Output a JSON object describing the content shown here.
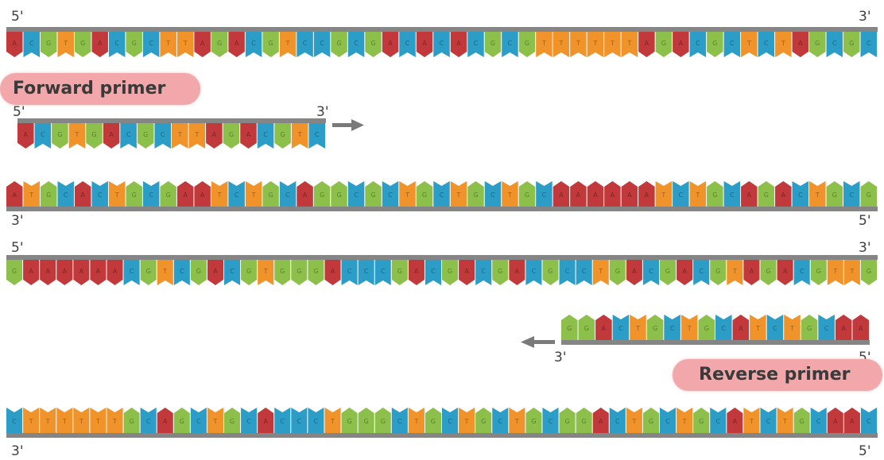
{
  "labels": {
    "forward_primer": "Forward primer",
    "reverse_primer": "Reverse primer",
    "five_prime": "5'",
    "three_prime": "3'"
  },
  "colors": {
    "A": "#c1393b",
    "C": "#2b9dc6",
    "G": "#8cc04a",
    "T": "#f0932b",
    "backbone": "#858585",
    "arrow": "#7a7a7a",
    "pill": "#f2a8aa"
  },
  "strands": {
    "top_strand_1": "ACGTGACGCTTAGACGTCCGCGACACACGCGTTTTTTAGACGCTCTAGCGC",
    "forward_primer": "ACGTGACGCTTAGACGTC",
    "bottom_strand_1": "ATGCACTGCGAATCTGCAGGCGCTGCTGCTGCAAAAAATCTGCAGACTGCG",
    "top_strand_2": "GAAAAAACGTCGACGTGGGACCCGACGACGACGCCTGACGACGTAGACGTTG",
    "reverse_primer": "GGACTGCTGCATCTGCAA",
    "bottom_strand_2": "CTTTTTTGCAGCTGCACCCTGGGCTGCTGCTGCGGACTGCTGCATCTGCAAC"
  }
}
